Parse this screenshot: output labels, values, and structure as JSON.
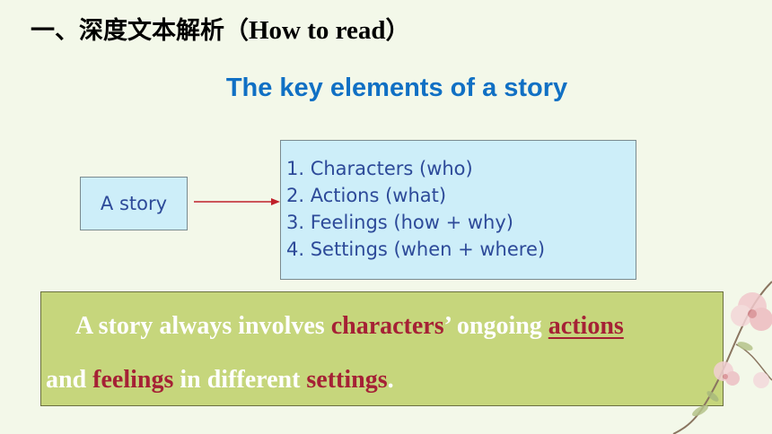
{
  "heading": {
    "cn": "一、深度文本解析（",
    "en": "How to read",
    "close": "）"
  },
  "subtitle": "The key elements of a story",
  "story_box": {
    "label": "A story"
  },
  "elements": [
    "1. Characters (who)",
    "2. Actions (what)",
    "3. Feelings (how + why)",
    "4. Settings (when + where)"
  ],
  "summary": {
    "line1": {
      "t1": "A story always involves ",
      "k1": "characters",
      "t2": "’ ongoing ",
      "k2": "actions"
    },
    "line2": {
      "k3": "and ",
      "k4": "feelings",
      "t3": " in different ",
      "k5": "settings",
      "t4": "."
    }
  },
  "colors": {
    "background": "#f3f8e9",
    "subtitle": "#1070c4",
    "box_fill": "#cdeef9",
    "box_text": "#2d4a99",
    "arrow": "#c0202a",
    "summary_fill": "#c6d67c",
    "keyword": "#a52135"
  },
  "icons": {
    "decoration": "flower-branch-decoration",
    "connector": "right-arrow-icon"
  }
}
